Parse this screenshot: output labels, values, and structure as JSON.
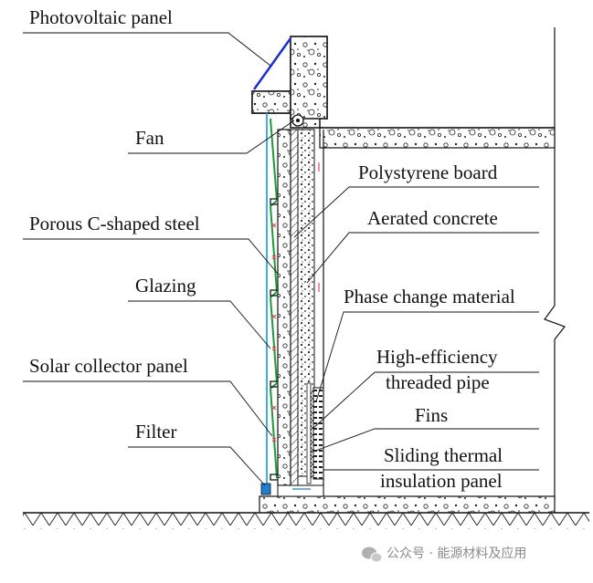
{
  "labels": {
    "photovoltaic_panel": "Photovoltaic panel",
    "fan": "Fan",
    "porous_c_shaped_steel": "Porous C-shaped steel",
    "glazing": "Glazing",
    "solar_collector_panel": "Solar collector panel",
    "filter": "Filter",
    "polystyrene_board": "Polystyrene board",
    "aerated_concrete": "Aerated concrete",
    "phase_change_material": "Phase change material",
    "threaded_pipe_line1": "High-efficiency",
    "threaded_pipe_line2": "threaded pipe",
    "fins": "Fins",
    "sliding_panel_line1": "Sliding thermal",
    "sliding_panel_line2": "insulation panel"
  },
  "watermark": {
    "text": "公众号 · 能源材料及应用",
    "icon": "wechat-icon"
  },
  "colors": {
    "pv_panel": "#1a2fd6",
    "glazing": "#2aa8d8",
    "collector": "#1f9a3a",
    "airflow_arrow": "#e0505a",
    "filter": "#1f7fd0",
    "line": "#111111"
  }
}
